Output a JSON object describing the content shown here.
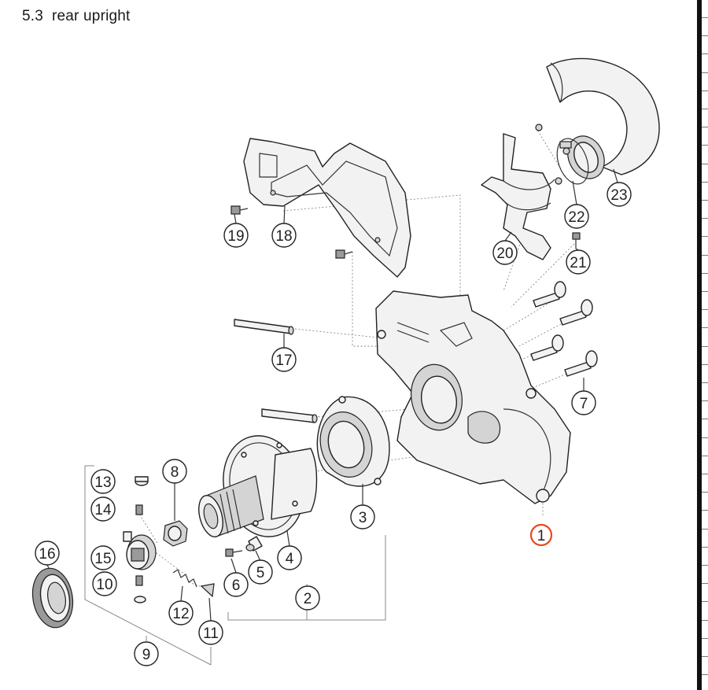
{
  "header": {
    "title": "5.3  rear upright"
  },
  "callouts": [
    {
      "id": "c1",
      "label": "1"
    },
    {
      "id": "c2",
      "label": "2"
    },
    {
      "id": "c3",
      "label": "3"
    },
    {
      "id": "c4",
      "label": "4"
    },
    {
      "id": "c5",
      "label": "5"
    },
    {
      "id": "c6",
      "label": "6"
    },
    {
      "id": "c7",
      "label": "7"
    },
    {
      "id": "c8",
      "label": "8"
    },
    {
      "id": "c9",
      "label": "9"
    },
    {
      "id": "c10",
      "label": "10"
    },
    {
      "id": "c11",
      "label": "11"
    },
    {
      "id": "c12",
      "label": "12"
    },
    {
      "id": "c13",
      "label": "13"
    },
    {
      "id": "c14",
      "label": "14"
    },
    {
      "id": "c15",
      "label": "15"
    },
    {
      "id": "c16",
      "label": "16"
    },
    {
      "id": "c17",
      "label": "17"
    },
    {
      "id": "c18",
      "label": "18"
    },
    {
      "id": "c19",
      "label": "19"
    },
    {
      "id": "c20",
      "label": "20"
    },
    {
      "id": "c21",
      "label": "21"
    },
    {
      "id": "c22",
      "label": "22"
    },
    {
      "id": "c23",
      "label": "23"
    }
  ],
  "colors": {
    "highlight": "#e8491d",
    "ink": "#222222",
    "leader": "#888888"
  },
  "highlighted_callout": "1"
}
